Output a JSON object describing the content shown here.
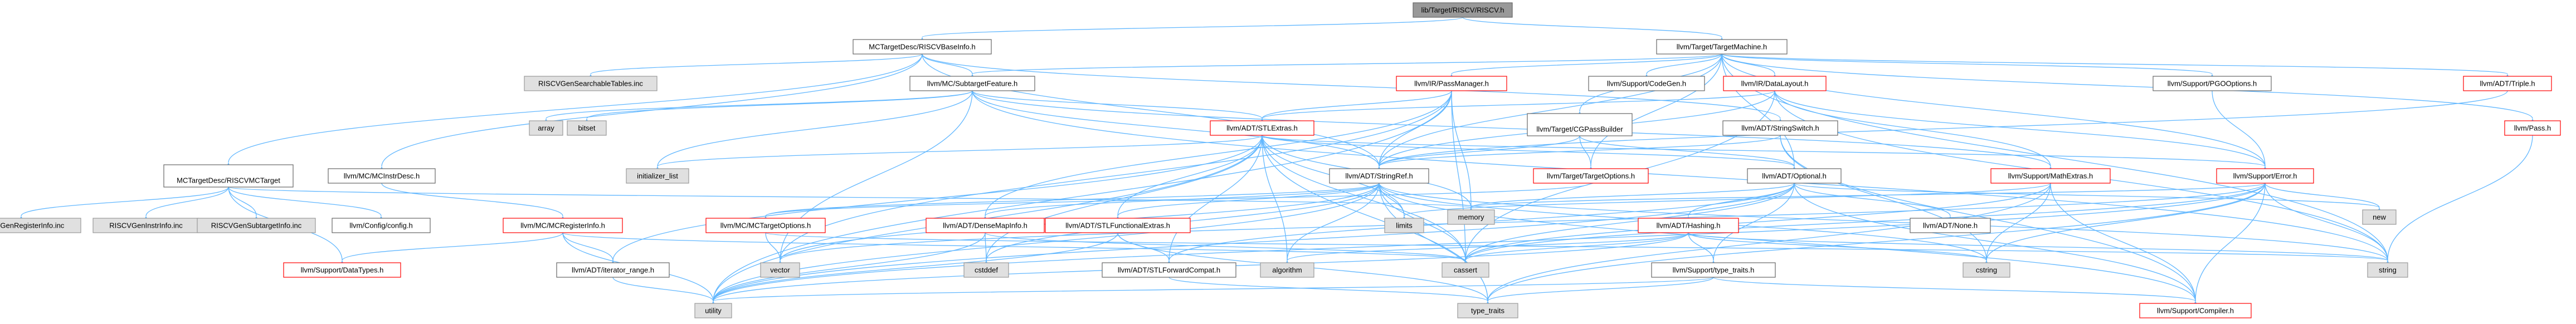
{
  "colors": {
    "edge": "#63b8ff",
    "node_border": "#666666",
    "node_fill": "#ffffff",
    "incomplete_border": "#ff0000",
    "external_fill": "#e0e0e0",
    "external_border": "#999999",
    "root_fill": "#999999",
    "root_border": "#666666",
    "text": "#000000"
  },
  "nodes": [
    {
      "id": "root",
      "label": "lib/Target/RISCV/RISCV.h",
      "kind": "root"
    },
    {
      "id": "mctargetdesc_riscvbaseinfo",
      "label": "MCTargetDesc/RISCVBaseInfo.h",
      "kind": "normal"
    },
    {
      "id": "target_targetmachine",
      "label": "llvm/Target/TargetMachine.h",
      "kind": "normal"
    },
    {
      "id": "riscvgensearchabletables",
      "label": "RISCVGenSearchableTables.inc",
      "kind": "external"
    },
    {
      "id": "mc_subtargetfeature",
      "label": "llvm/MC/SubtargetFeature.h",
      "kind": "normal"
    },
    {
      "id": "ir_passmanager",
      "label": "llvm/IR/PassManager.h",
      "kind": "incomplete"
    },
    {
      "id": "support_codegen",
      "label": "llvm/Support/CodeGen.h",
      "kind": "normal"
    },
    {
      "id": "ir_datalayout",
      "label": "llvm/IR/DataLayout.h",
      "kind": "incomplete"
    },
    {
      "id": "support_pgooptions",
      "label": "llvm/Support/PGOOptions.h",
      "kind": "normal"
    },
    {
      "id": "adt_triple",
      "label": "llvm/ADT/Triple.h",
      "kind": "incomplete"
    },
    {
      "id": "pass",
      "label": "llvm/Pass.h",
      "kind": "incomplete"
    },
    {
      "id": "array",
      "label": "array",
      "kind": "external"
    },
    {
      "id": "bitset",
      "label": "bitset",
      "kind": "external"
    },
    {
      "id": "adt_stlextras",
      "label": "llvm/ADT/STLExtras.h",
      "kind": "incomplete"
    },
    {
      "id": "target_cgpassbuilderoption",
      "label": "llvm/Target/CGPassBuilder Option.h",
      "kind": "normal"
    },
    {
      "id": "adt_stringswitch",
      "label": "llvm/ADT/StringSwitch.h",
      "kind": "normal"
    },
    {
      "id": "mctargetdesc_riscvmctargetdesc",
      "label": "MCTargetDesc/RISCVMCTarget Desc.h",
      "kind": "normal"
    },
    {
      "id": "mc_mcinstrdesc",
      "label": "llvm/MC/MCInstrDesc.h",
      "kind": "normal"
    },
    {
      "id": "initializer_list",
      "label": "initializer_list",
      "kind": "external"
    },
    {
      "id": "adt_stringref",
      "label": "llvm/ADT/StringRef.h",
      "kind": "normal"
    },
    {
      "id": "target_targetoptions",
      "label": "llvm/Target/TargetOptions.h",
      "kind": "incomplete"
    },
    {
      "id": "adt_optional",
      "label": "llvm/ADT/Optional.h",
      "kind": "normal"
    },
    {
      "id": "support_mathextras",
      "label": "llvm/Support/MathExtras.h",
      "kind": "incomplete"
    },
    {
      "id": "support_error",
      "label": "llvm/Support/Error.h",
      "kind": "incomplete"
    },
    {
      "id": "memory",
      "label": "memory",
      "kind": "external"
    },
    {
      "id": "new",
      "label": "new",
      "kind": "external"
    },
    {
      "id": "riscvgenregisterinfo",
      "label": "RISCVGenRegisterInfo.inc",
      "kind": "external"
    },
    {
      "id": "riscvgeninstrinfo",
      "label": "RISCVGenInstrInfo.inc",
      "kind": "external"
    },
    {
      "id": "riscvgensubtargetinfo",
      "label": "RISCVGenSubtargetInfo.inc",
      "kind": "external"
    },
    {
      "id": "config_config",
      "label": "llvm/Config/config.h",
      "kind": "normal"
    },
    {
      "id": "mc_mcregisterinfo",
      "label": "llvm/MC/MCRegisterInfo.h",
      "kind": "incomplete"
    },
    {
      "id": "mc_mctargetoptions",
      "label": "llvm/MC/MCTargetOptions.h",
      "kind": "incomplete"
    },
    {
      "id": "adt_densemapinfo",
      "label": "llvm/ADT/DenseMapInfo.h",
      "kind": "incomplete"
    },
    {
      "id": "adt_stlfunctionalextras",
      "label": "llvm/ADT/STLFunctionalExtras.h",
      "kind": "incomplete"
    },
    {
      "id": "limits",
      "label": "limits",
      "kind": "external"
    },
    {
      "id": "adt_hashing",
      "label": "llvm/ADT/Hashing.h",
      "kind": "incomplete"
    },
    {
      "id": "adt_none",
      "label": "llvm/ADT/None.h",
      "kind": "normal"
    },
    {
      "id": "support_datatypes",
      "label": "llvm/Support/DataTypes.h",
      "kind": "incomplete"
    },
    {
      "id": "vector",
      "label": "vector",
      "kind": "external"
    },
    {
      "id": "cstddef",
      "label": "cstddef",
      "kind": "external"
    },
    {
      "id": "algorithm",
      "label": "algorithm",
      "kind": "external"
    },
    {
      "id": "cassert",
      "label": "cassert",
      "kind": "external"
    },
    {
      "id": "cstring",
      "label": "cstring",
      "kind": "external"
    },
    {
      "id": "string",
      "label": "string",
      "kind": "external"
    },
    {
      "id": "adt_iterator_range",
      "label": "llvm/ADT/iterator_range.h",
      "kind": "normal"
    },
    {
      "id": "adt_stlforwardcompat",
      "label": "llvm/ADT/STLForwardCompat.h",
      "kind": "normal"
    },
    {
      "id": "support_type_traits",
      "label": "llvm/Support/type_traits.h",
      "kind": "normal"
    },
    {
      "id": "utility",
      "label": "utility",
      "kind": "external"
    },
    {
      "id": "type_traits",
      "label": "type_traits",
      "kind": "external"
    },
    {
      "id": "support_compiler",
      "label": "llvm/Support/Compiler.h",
      "kind": "incomplete"
    }
  ],
  "edges": [
    [
      "root",
      "mctargetdesc_riscvbaseinfo"
    ],
    [
      "root",
      "target_targetmachine"
    ],
    [
      "mctargetdesc_riscvbaseinfo",
      "riscvgensearchabletables"
    ],
    [
      "mctargetdesc_riscvbaseinfo",
      "mc_subtargetfeature"
    ],
    [
      "mctargetdesc_riscvbaseinfo",
      "adt_stringref"
    ],
    [
      "mctargetdesc_riscvbaseinfo",
      "adt_stringswitch"
    ],
    [
      "mctargetdesc_riscvbaseinfo",
      "mctargetdesc_riscvmctargetdesc"
    ],
    [
      "mctargetdesc_riscvbaseinfo",
      "mc_mcinstrdesc"
    ],
    [
      "target_targetmachine",
      "support_codegen"
    ],
    [
      "target_targetmachine",
      "ir_passmanager"
    ],
    [
      "target_targetmachine",
      "ir_datalayout"
    ],
    [
      "target_targetmachine",
      "support_pgooptions"
    ],
    [
      "target_targetmachine",
      "adt_triple"
    ],
    [
      "target_targetmachine",
      "pass"
    ],
    [
      "target_targetmachine",
      "adt_stringref"
    ],
    [
      "target_targetmachine",
      "target_cgpassbuilderoption"
    ],
    [
      "target_targetmachine",
      "target_targetoptions"
    ],
    [
      "target_targetmachine",
      "adt_optional"
    ],
    [
      "target_targetmachine",
      "support_error"
    ],
    [
      "target_targetmachine",
      "string"
    ],
    [
      "target_targetmachine",
      "mc_subtargetfeature"
    ],
    [
      "mc_subtargetfeature",
      "array"
    ],
    [
      "mc_subtargetfeature",
      "bitset"
    ],
    [
      "mc_subtargetfeature",
      "adt_stlextras"
    ],
    [
      "mc_subtargetfeature",
      "adt_stringref"
    ],
    [
      "mc_subtargetfeature",
      "support_mathextras"
    ],
    [
      "mc_subtargetfeature",
      "initializer_list"
    ],
    [
      "mc_subtargetfeature",
      "string"
    ],
    [
      "mc_subtargetfeature",
      "vector"
    ],
    [
      "ir_passmanager",
      "adt_stlextras"
    ],
    [
      "ir_passmanager",
      "adt_stringref"
    ],
    [
      "ir_passmanager",
      "adt_densemapinfo"
    ],
    [
      "ir_passmanager",
      "cassert"
    ],
    [
      "ir_passmanager",
      "memory"
    ],
    [
      "ir_passmanager",
      "vector"
    ],
    [
      "ir_passmanager",
      "utility"
    ],
    [
      "ir_datalayout",
      "adt_stlextras"
    ],
    [
      "ir_datalayout",
      "adt_stringref"
    ],
    [
      "ir_datalayout",
      "support_mathextras"
    ],
    [
      "ir_datalayout",
      "support_error"
    ],
    [
      "ir_datalayout",
      "cassert"
    ],
    [
      "ir_datalayout",
      "string"
    ],
    [
      "support_pgooptions",
      "support_error"
    ],
    [
      "adt_triple",
      "adt_stringref"
    ],
    [
      "pass",
      "string"
    ],
    [
      "target_cgpassbuilderoption",
      "adt_optional"
    ],
    [
      "target_cgpassbuilderoption",
      "target_targetoptions"
    ],
    [
      "target_cgpassbuilderoption",
      "adt_stringref"
    ],
    [
      "adt_stringswitch",
      "adt_stringref"
    ],
    [
      "adt_stringswitch",
      "support_compiler"
    ],
    [
      "adt_stringswitch",
      "cstring"
    ],
    [
      "adt_stlextras",
      "adt_optional"
    ],
    [
      "adt_stlextras",
      "adt_stlforwardcompat"
    ],
    [
      "adt_stlextras",
      "adt_stlfunctionalextras"
    ],
    [
      "adt_stlextras",
      "adt_iterator_range"
    ],
    [
      "adt_stlextras",
      "support_error"
    ],
    [
      "adt_stlextras",
      "algorithm"
    ],
    [
      "adt_stlextras",
      "cassert"
    ],
    [
      "adt_stlextras",
      "cstddef"
    ],
    [
      "adt_stlextras",
      "initializer_list"
    ],
    [
      "adt_stlextras",
      "limits"
    ],
    [
      "adt_stlextras",
      "memory"
    ],
    [
      "adt_stlextras",
      "type_traits"
    ],
    [
      "adt_stlextras",
      "utility"
    ],
    [
      "mctargetdesc_riscvmctargetdesc",
      "riscvgenregisterinfo"
    ],
    [
      "mctargetdesc_riscvmctargetdesc",
      "riscvgeninstrinfo"
    ],
    [
      "mctargetdesc_riscvmctargetdesc",
      "riscvgensubtargetinfo"
    ],
    [
      "mctargetdesc_riscvmctargetdesc",
      "config_config"
    ],
    [
      "mctargetdesc_riscvmctargetdesc",
      "support_datatypes"
    ],
    [
      "mctargetdesc_riscvmctargetdesc",
      "memory"
    ],
    [
      "mc_mcinstrdesc",
      "mc_mcregisterinfo"
    ],
    [
      "mc_mcregisterinfo",
      "adt_iterator_range"
    ],
    [
      "mc_mcregisterinfo",
      "support_datatypes"
    ],
    [
      "mc_mcregisterinfo",
      "cassert"
    ],
    [
      "mc_mcregisterinfo",
      "utility"
    ],
    [
      "adt_stringref",
      "adt_densemapinfo"
    ],
    [
      "adt_stringref",
      "adt_stlfunctionalextras"
    ],
    [
      "adt_stringref",
      "mc_mctargetoptions"
    ],
    [
      "adt_stringref",
      "support_compiler"
    ],
    [
      "adt_stringref",
      "algorithm"
    ],
    [
      "adt_stringref",
      "cassert"
    ],
    [
      "adt_stringref",
      "cstddef"
    ],
    [
      "adt_stringref",
      "cstring"
    ],
    [
      "adt_stringref",
      "limits"
    ],
    [
      "adt_stringref",
      "string"
    ],
    [
      "adt_stringref",
      "type_traits"
    ],
    [
      "adt_stringref",
      "utility"
    ],
    [
      "adt_stringref",
      "vector"
    ],
    [
      "target_targetoptions",
      "mc_mctargetoptions"
    ],
    [
      "adt_optional",
      "adt_hashing"
    ],
    [
      "adt_optional",
      "adt_none"
    ],
    [
      "adt_optional",
      "adt_stlforwardcompat"
    ],
    [
      "adt_optional",
      "support_compiler"
    ],
    [
      "adt_optional",
      "support_type_traits"
    ],
    [
      "adt_optional",
      "cassert"
    ],
    [
      "adt_optional",
      "memory"
    ],
    [
      "adt_optional",
      "new"
    ],
    [
      "adt_optional",
      "utility"
    ],
    [
      "support_mathextras",
      "support_compiler"
    ],
    [
      "support_mathextras",
      "cassert"
    ],
    [
      "support_mathextras",
      "climits_placeholder_skip"
    ],
    [
      "support_mathextras",
      "cstring"
    ],
    [
      "support_mathextras",
      "limits"
    ],
    [
      "support_mathextras",
      "type_traits"
    ],
    [
      "support_error",
      "support_compiler"
    ],
    [
      "support_error",
      "cassert"
    ],
    [
      "support_error",
      "cstring"
    ],
    [
      "support_error",
      "memory"
    ],
    [
      "support_error",
      "new"
    ],
    [
      "support_error",
      "string"
    ],
    [
      "support_error",
      "type_traits"
    ],
    [
      "support_error",
      "utility"
    ],
    [
      "support_error",
      "vector"
    ],
    [
      "adt_densemapinfo",
      "cassert"
    ],
    [
      "adt_densemapinfo",
      "cstddef"
    ],
    [
      "adt_densemapinfo",
      "utility"
    ],
    [
      "adt_stlfunctionalextras",
      "adt_stlforwardcompat"
    ],
    [
      "adt_stlfunctionalextras",
      "type_traits"
    ],
    [
      "adt_stlfunctionalextras",
      "utility"
    ],
    [
      "adt_hashing",
      "support_type_traits"
    ],
    [
      "adt_hashing",
      "algorithm"
    ],
    [
      "adt_hashing",
      "cassert"
    ],
    [
      "adt_hashing",
      "cstring"
    ],
    [
      "adt_hashing",
      "string"
    ],
    [
      "adt_hashing",
      "utility"
    ],
    [
      "adt_iterator_range",
      "utility"
    ],
    [
      "adt_stlforwardcompat",
      "type_traits"
    ],
    [
      "support_type_traits",
      "support_compiler"
    ],
    [
      "support_type_traits",
      "type_traits"
    ],
    [
      "support_type_traits",
      "utility"
    ],
    [
      "mc_mctargetoptions",
      "string"
    ],
    [
      "mc_mctargetoptions",
      "vector"
    ]
  ]
}
